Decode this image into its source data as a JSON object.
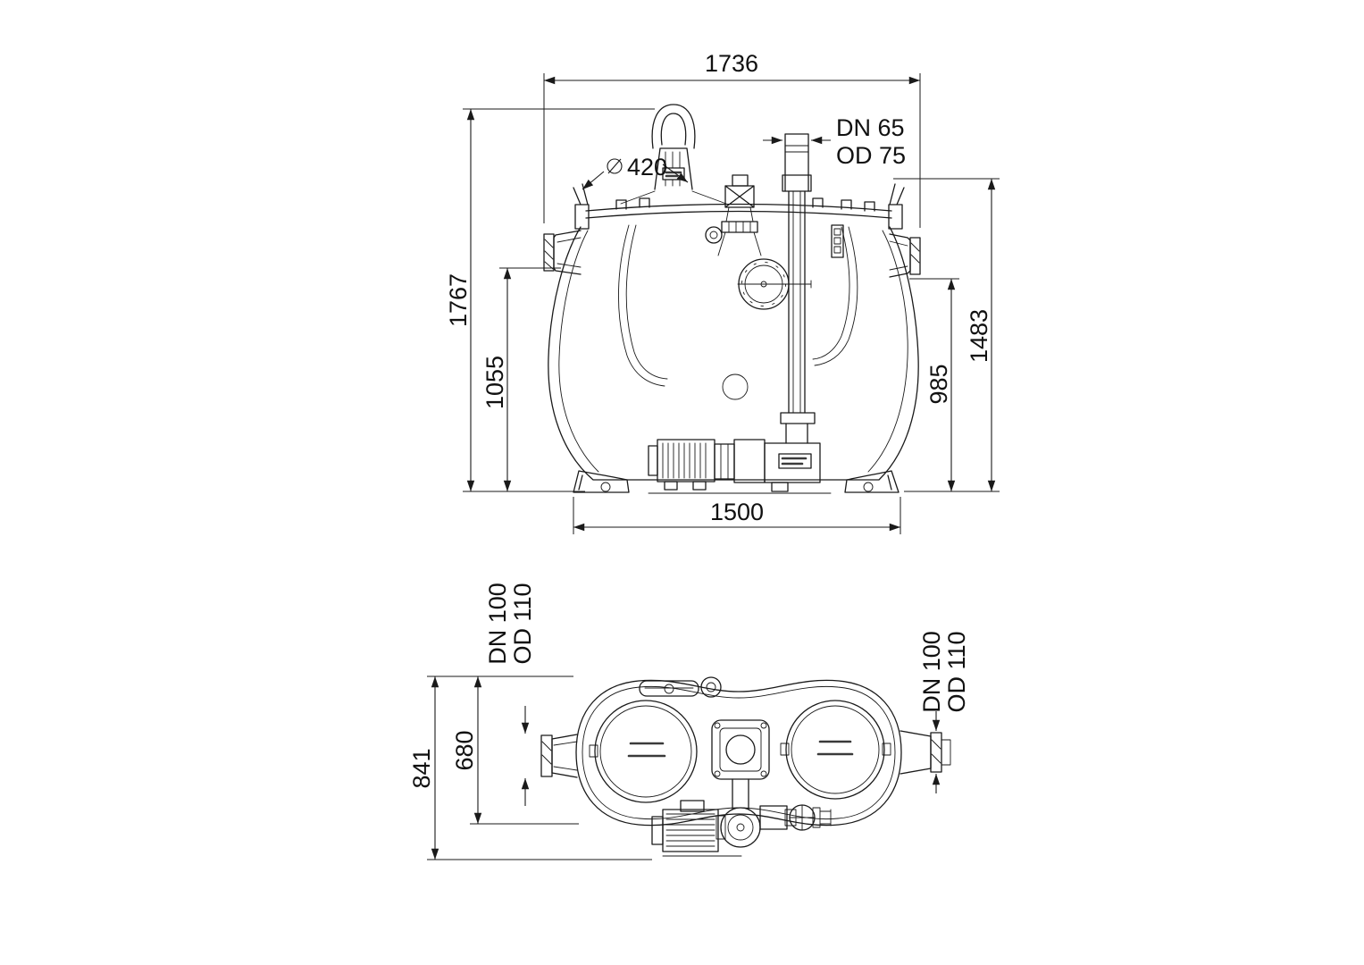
{
  "drawing": {
    "background": "#ffffff",
    "line_color": "#1a1a1a"
  },
  "front_view": {
    "dims": {
      "overall_width": "1736",
      "overall_height": "1767",
      "inlet_invert_height": "1055",
      "lid_diameter_symbol": "⌀",
      "lid_diameter": "420",
      "pressure_line_dn": "DN 65",
      "pressure_line_od": "OD 75",
      "tank_height": "1483",
      "outlet_invert_height": "985",
      "base_width": "1500"
    }
  },
  "plan_view": {
    "dims": {
      "inlet_dn": "DN 100",
      "inlet_od": "OD 110",
      "outlet_dn": "DN 100",
      "outlet_od": "OD 110",
      "overall_depth": "841",
      "body_depth": "680"
    }
  }
}
